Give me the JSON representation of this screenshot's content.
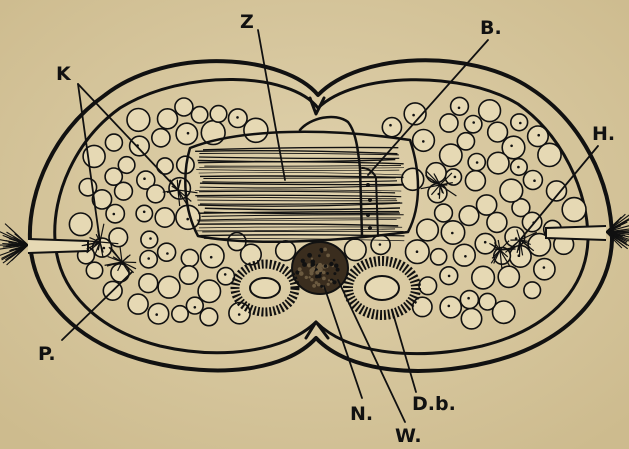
{
  "figure": {
    "labels": {
      "Z": "Z",
      "B": "B.",
      "K": "K",
      "H": "H.",
      "P": "P.",
      "N": "N.",
      "W": "W.",
      "Db": "D.b."
    }
  },
  "colors": {
    "paper": "#d8c8a0",
    "ink": "#111111",
    "cell_fill": "#e6d9b4"
  }
}
